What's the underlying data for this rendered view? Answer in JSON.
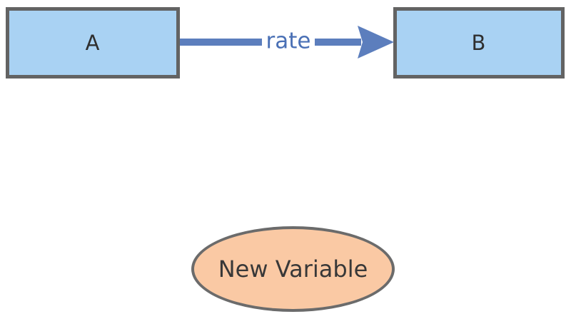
{
  "diagram": {
    "background_color": "#ffffff",
    "stocks": [
      {
        "id": "stock-a",
        "label": "A",
        "fill": "#a9d2f3",
        "border_color": "#636363"
      },
      {
        "id": "stock-b",
        "label": "B",
        "fill": "#a9d2f3",
        "border_color": "#636363"
      }
    ],
    "flow": {
      "label": "rate",
      "from": "A",
      "to": "B",
      "line_color": "#5c7ebd",
      "label_color": "#4a70b5"
    },
    "new_variable": {
      "label": "New Variable",
      "fill": "#fac9a4",
      "border_color": "#6b6b6b"
    },
    "text_color": "#2f2f2f"
  }
}
